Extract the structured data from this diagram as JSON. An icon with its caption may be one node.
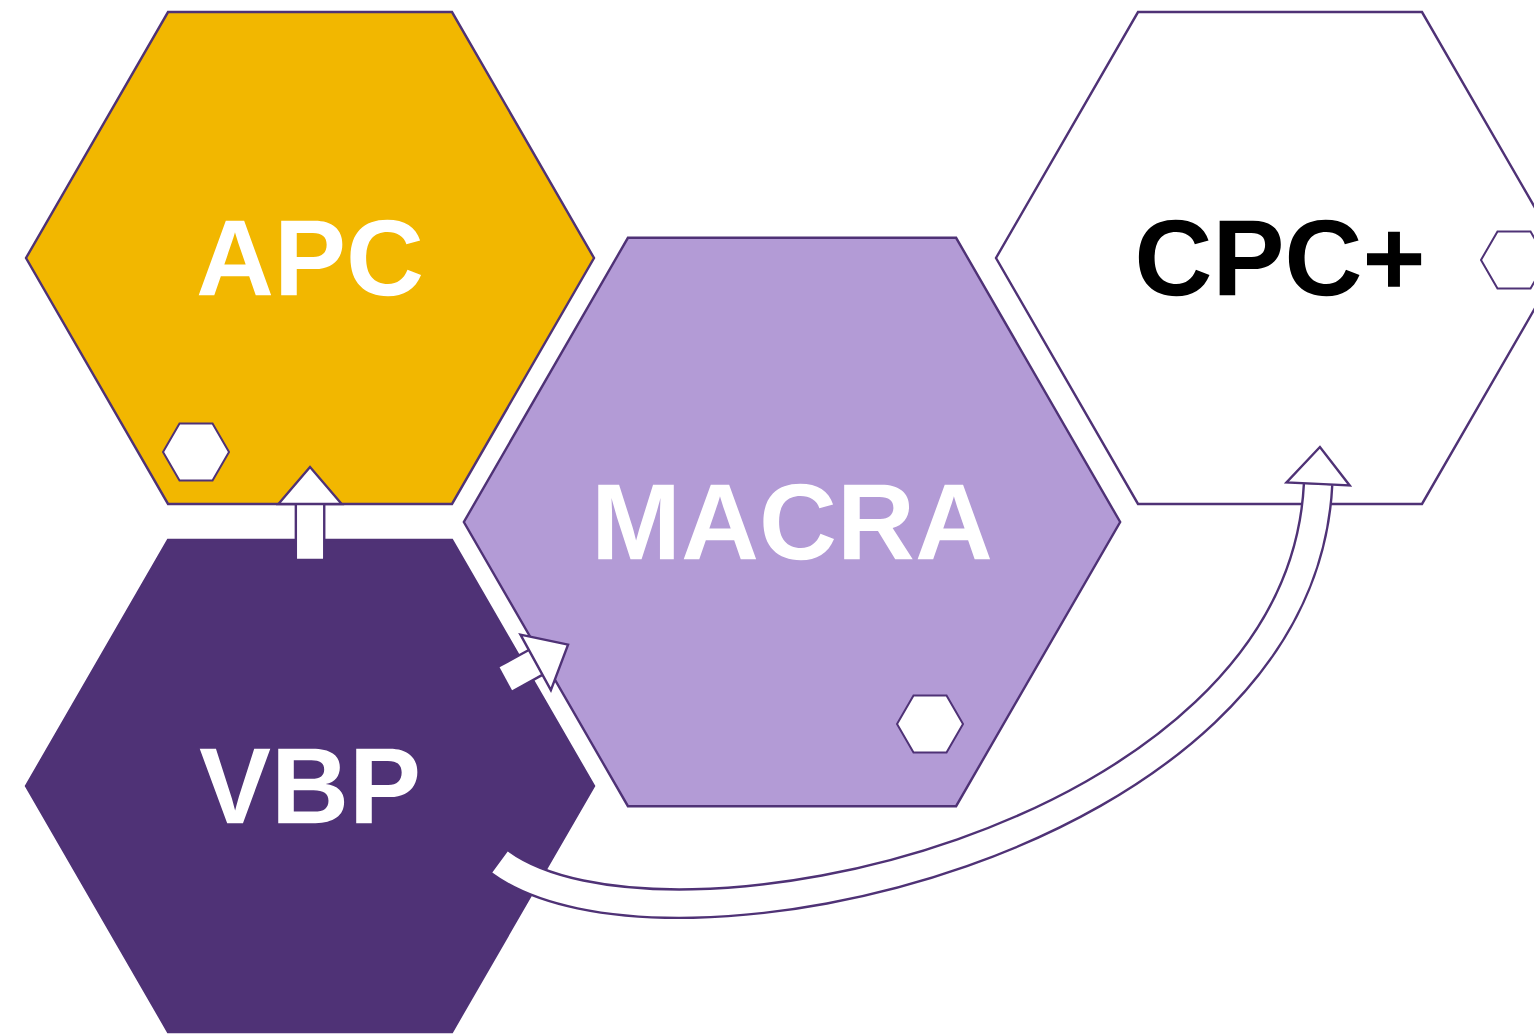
{
  "diagram": {
    "nodes": [
      {
        "text": [
          "APC"
        ]
      },
      {
        "text": [
          "MACRA"
        ]
      },
      {
        "text": [
          "VBP"
        ]
      },
      {
        "text": [
          "CPC+"
        ]
      }
    ],
    "edges": [
      {
        "from": 2,
        "to": 0,
        "arrow": "to"
      },
      {
        "from": 2,
        "to": 1,
        "arrow": "to"
      },
      {
        "from": 2,
        "to": 3,
        "arrow": "to"
      }
    ]
  }
}
